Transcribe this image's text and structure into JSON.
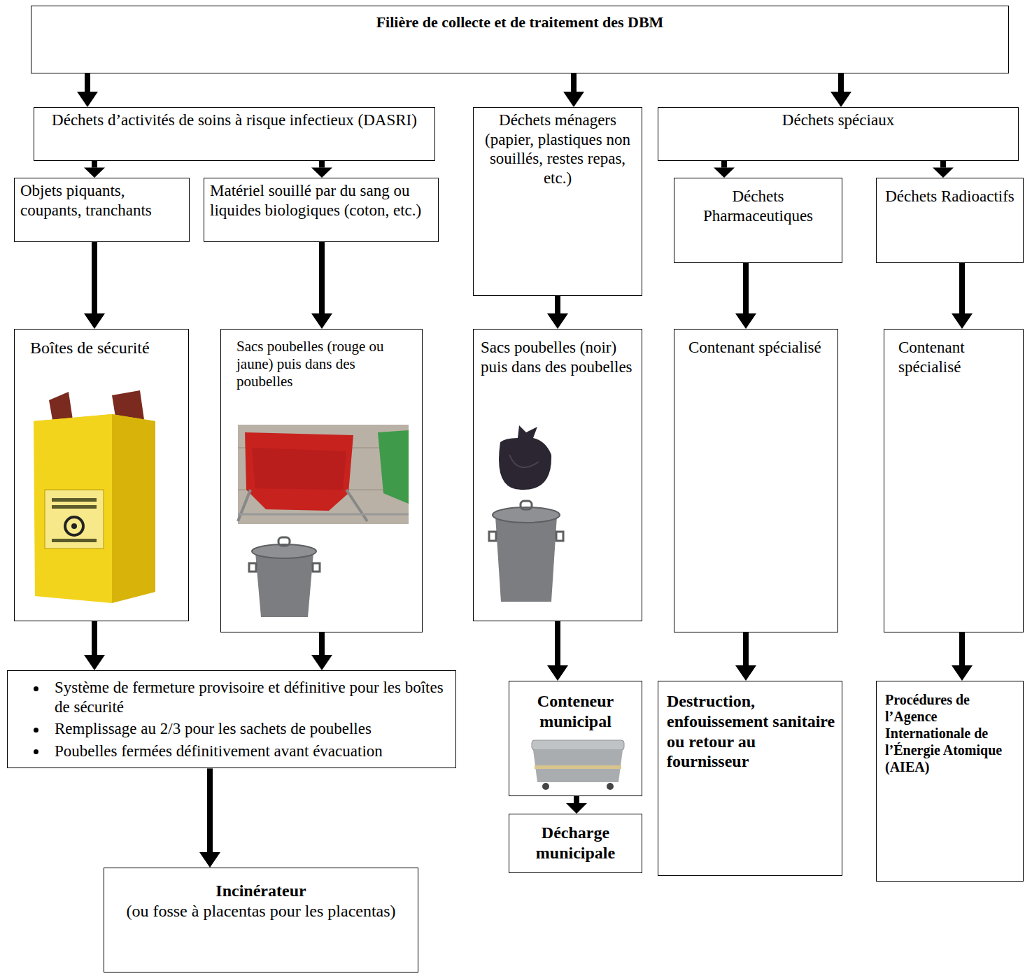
{
  "diagram": {
    "nodes": [
      {
        "text": [
          "Filière de collecte et de traitement des DBM"
        ]
      },
      {
        "text": [
          "Déchets d’activités de soins à risque infectieux (DASRI)"
        ]
      },
      {
        "text": [
          "Déchets ménagers (papier, plastiques non souillés, restes repas, etc.)"
        ]
      },
      {
        "text": [
          "Déchets spéciaux"
        ]
      },
      {
        "text": [
          "Objets piquants, coupants, tranchants"
        ]
      },
      {
        "text": [
          "Matériel souillé par du sang ou liquides biologiques (coton, etc.)"
        ]
      },
      {
        "text": [
          "Déchets Pharmaceutiques"
        ]
      },
      {
        "text": [
          "Déchets Radioactifs"
        ]
      },
      {
        "text": [
          "Boîtes de sécurité"
        ]
      },
      {
        "text": [
          "Sacs poubelles (rouge ou jaune) puis dans des poubelles"
        ]
      },
      {
        "text": [
          "Sacs poubelles (noir) puis dans des poubelles"
        ]
      },
      {
        "text": [
          "Contenant spécialisé"
        ]
      },
      {
        "text": [
          "Contenant spécialisé"
        ]
      },
      {
        "text": [
          "Système de fermeture provisoire et définitive pour les boîtes de sécurité",
          "Remplissage au 2/3 pour les sachets de poubelles",
          "Poubelles fermées définitivement avant évacuation"
        ]
      },
      {
        "text": [
          "Conteneur municipal"
        ]
      },
      {
        "text": [
          "Destruction, enfouissement sanitaire ou retour au fournisseur"
        ]
      },
      {
        "text": [
          "Procédures de l’Agence Internationale de l’Énergie Atomique (AIEA)"
        ]
      },
      {
        "text": [
          "Incinérateur",
          "(ou fosse à placentas pour les placentas)"
        ]
      },
      {
        "text": [
          "Décharge municipale"
        ]
      }
    ],
    "edges": [
      {
        "from": 0,
        "to": 1,
        "arrow": "to"
      },
      {
        "from": 0,
        "to": 2,
        "arrow": "to"
      },
      {
        "from": 0,
        "to": 3,
        "arrow": "to"
      },
      {
        "from": 1,
        "to": 4,
        "arrow": "to"
      },
      {
        "from": 1,
        "to": 5,
        "arrow": "to"
      },
      {
        "from": 3,
        "to": 6,
        "arrow": "to"
      },
      {
        "from": 3,
        "to": 7,
        "arrow": "to"
      },
      {
        "from": 4,
        "to": 8,
        "arrow": "to"
      },
      {
        "from": 5,
        "to": 9,
        "arrow": "to"
      },
      {
        "from": 2,
        "to": 10,
        "arrow": "to"
      },
      {
        "from": 6,
        "to": 11,
        "arrow": "to"
      },
      {
        "from": 7,
        "to": 12,
        "arrow": "to"
      },
      {
        "from": 8,
        "to": 13,
        "arrow": "to"
      },
      {
        "from": 9,
        "to": 13,
        "arrow": "to"
      },
      {
        "from": 10,
        "to": 14,
        "arrow": "to"
      },
      {
        "from": 11,
        "to": 15,
        "arrow": "to"
      },
      {
        "from": 12,
        "to": 16,
        "arrow": "to"
      },
      {
        "from": 13,
        "to": 17,
        "arrow": "to"
      },
      {
        "from": 14,
        "to": 18,
        "arrow": "to"
      }
    ]
  }
}
